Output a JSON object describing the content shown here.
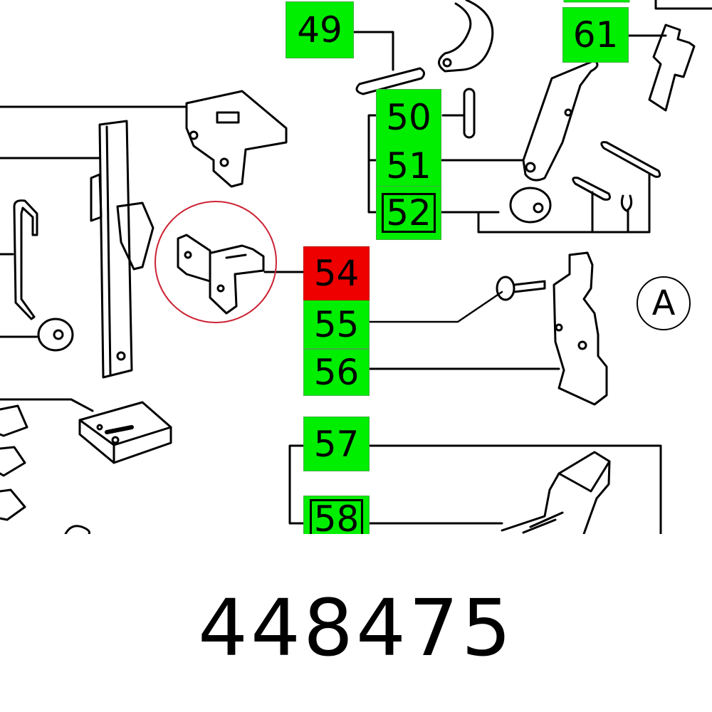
{
  "diagram": {
    "type": "exploded-parts-drawing",
    "part_number": "448475",
    "view_label": "A",
    "highlight_color": "#ee0000",
    "default_callout_color": "#00ee00",
    "selected_callout": "54",
    "callouts": [
      {
        "id": "49",
        "label": "49",
        "state": "available",
        "boxed": false
      },
      {
        "id": "50",
        "label": "50",
        "state": "available",
        "boxed": false
      },
      {
        "id": "51",
        "label": "51",
        "state": "available",
        "boxed": false
      },
      {
        "id": "52",
        "label": "52",
        "state": "available",
        "boxed": true
      },
      {
        "id": "54",
        "label": "54",
        "state": "selected",
        "boxed": false
      },
      {
        "id": "55",
        "label": "55",
        "state": "available",
        "boxed": false
      },
      {
        "id": "56",
        "label": "56",
        "state": "available",
        "boxed": false
      },
      {
        "id": "57",
        "label": "57",
        "state": "available",
        "boxed": false
      },
      {
        "id": "58",
        "label": "58",
        "state": "available",
        "boxed": true
      },
      {
        "id": "61",
        "label": "61",
        "state": "available",
        "boxed": false
      }
    ]
  }
}
